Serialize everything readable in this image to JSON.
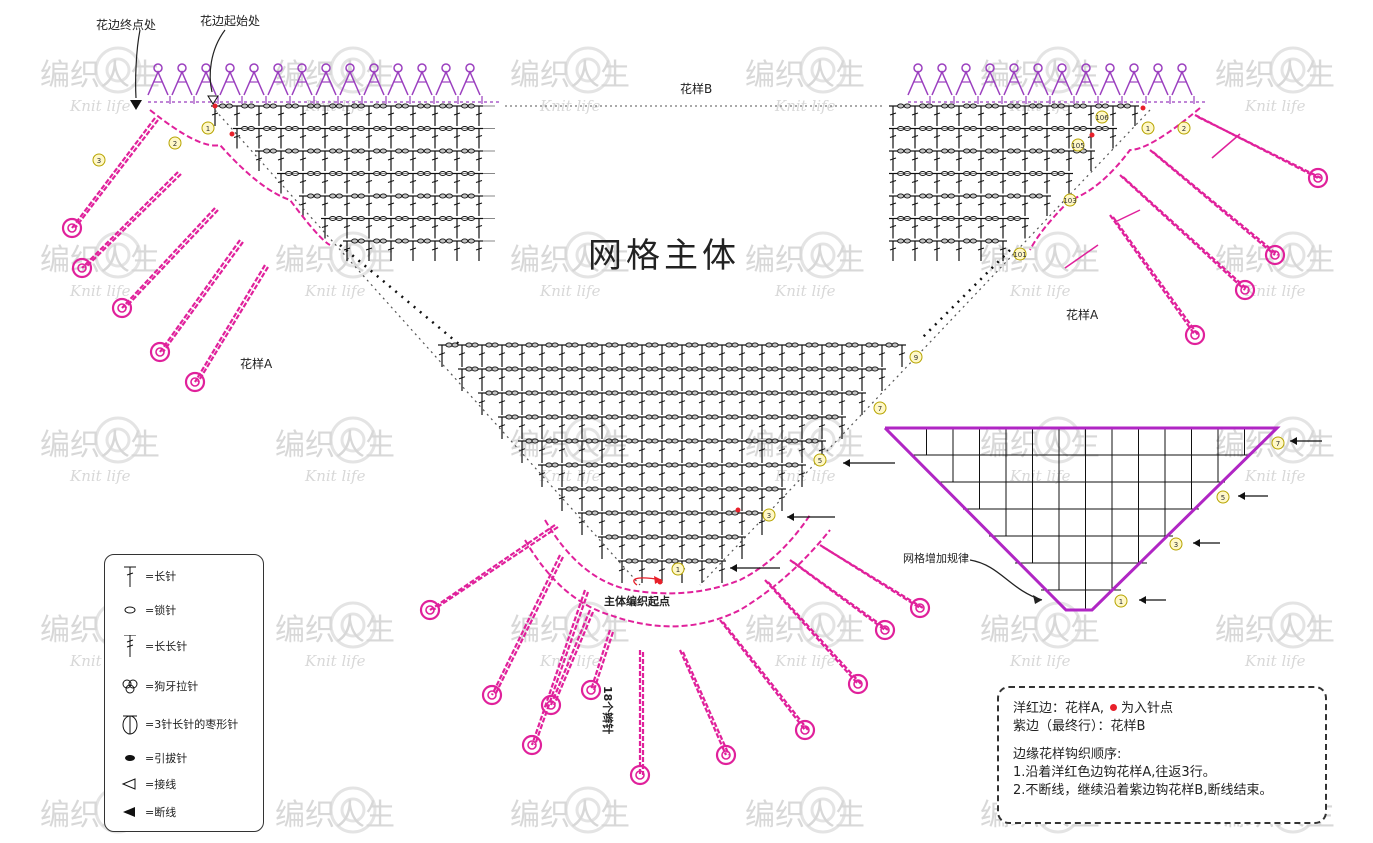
{
  "labels": {
    "border_end": "花边终点处",
    "border_start": "花边起始处",
    "pattern_b": "花样B",
    "pattern_a_left": "花样A",
    "pattern_a_right": "花样A",
    "main_body": "网格主体",
    "start_point": "主体编织起点",
    "fringe_count": "18个辫针",
    "grid_rule": "网格增加规律",
    "circle_1": "1",
    "circle_3": "3",
    "circle_5": "5",
    "circle_7": "7",
    "circle_9": "9",
    "circle_101": "101",
    "circle_103": "103",
    "circle_105": "105",
    "circle_106": "106",
    "circle_a1": "1",
    "circle_a2": "2",
    "circle_a3": "3"
  },
  "watermark": {
    "cn": "编织人生",
    "en": "Knit life"
  },
  "legend": {
    "items": [
      {
        "symbol": "dc-icon",
        "label": "=长针"
      },
      {
        "symbol": "chain-icon",
        "label": "=锁针"
      },
      {
        "symbol": "tr-icon",
        "label": "=长长针"
      },
      {
        "symbol": "picot-icon",
        "label": "=狗牙拉针"
      },
      {
        "symbol": "cluster-icon",
        "label": "=3针长针的枣形针"
      },
      {
        "symbol": "slip-icon",
        "label": "=引拔针"
      },
      {
        "symbol": "join-icon",
        "label": "=接线"
      },
      {
        "symbol": "cut-icon",
        "label": "=断线"
      }
    ]
  },
  "notes": {
    "line1_a": "洋红边：花样A,",
    "line1_b": "为入针点",
    "line2": "紫边（最终行）：花样B",
    "heading": "边缘花样钩织顺序:",
    "step1": "1.沿着洋红色边钩花样A,往返3行。",
    "step2": "2.不断线，继续沿着紫边钩花样B,断线结束。"
  },
  "colors": {
    "magenta": "#e0219b",
    "purple": "#9b3fbf",
    "red_dot": "#e8202a",
    "circle_fill": "#fff8c8",
    "circle_stroke": "#b7a400"
  }
}
